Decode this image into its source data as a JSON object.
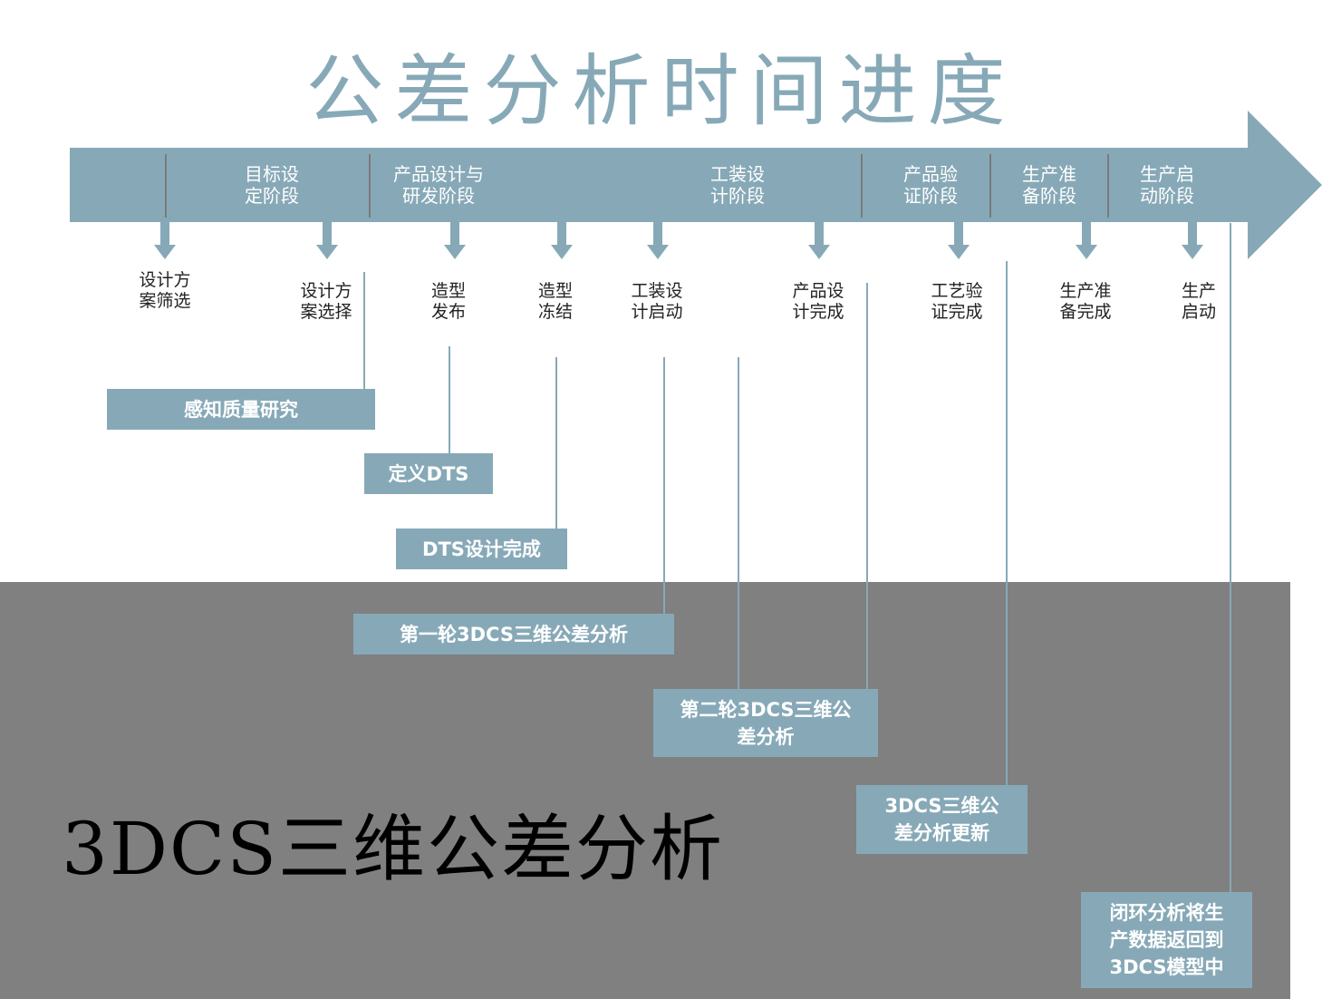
{
  "title": "公差分析时间进度",
  "phases": [
    {
      "label": "目标设\n定阶段"
    },
    {
      "label": "产品设计与\n研发阶段"
    },
    {
      "label": "工装设\n计阶段"
    },
    {
      "label": "产品验\n证阶段"
    },
    {
      "label": "生产准\n备阶段"
    },
    {
      "label": "生产启\n动阶段"
    }
  ],
  "milestones": [
    {
      "label": "设计方\n案筛选"
    },
    {
      "label": "设计方\n案选择"
    },
    {
      "label": "造型\n发布"
    },
    {
      "label": "造型\n冻结"
    },
    {
      "label": "工装设\n计启动"
    },
    {
      "label": "产品设\n计完成"
    },
    {
      "label": "工艺验\n证完成"
    },
    {
      "label": "生产准\n备完成"
    },
    {
      "label": "生产\n启动"
    }
  ],
  "activities": [
    {
      "label": "感知质量研究"
    },
    {
      "label": "定义DTS"
    },
    {
      "label": "DTS设计完成"
    },
    {
      "label": "第一轮3DCS三维公差分析"
    },
    {
      "label": "第二轮3DCS三维公\n差分析"
    },
    {
      "label": "3DCS三维公\n差分析更新"
    },
    {
      "label": "闭环分析将生\n产数据返回到\n3DCS模型中"
    }
  ],
  "section_title": "3DCS三维公差分析",
  "colors": {
    "accent": "#87a9b7",
    "panel": "#808080"
  }
}
